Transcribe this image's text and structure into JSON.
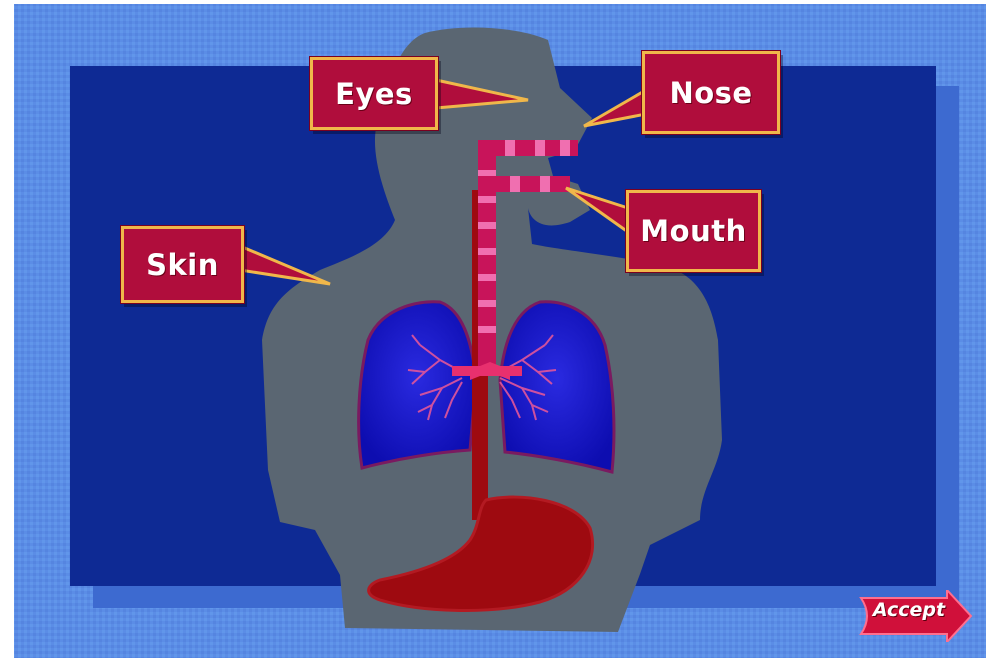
{
  "colors": {
    "outer_background": "#5b8de6",
    "inner_panel": "#0e2a94",
    "panel_shadow": "#3d6ad0",
    "body_silhouette": "#5a6672",
    "lungs": "#1414c8",
    "airway": "#c8145a",
    "stomach": "#9e0a10",
    "label_fill": "#b00d3c",
    "label_border": "#f0b74a"
  },
  "labels": {
    "eyes": "Eyes",
    "nose": "Nose",
    "mouth": "Mouth",
    "skin": "Skin"
  },
  "accept_button": {
    "label": "Accept",
    "icon": "arrow-right-icon"
  }
}
